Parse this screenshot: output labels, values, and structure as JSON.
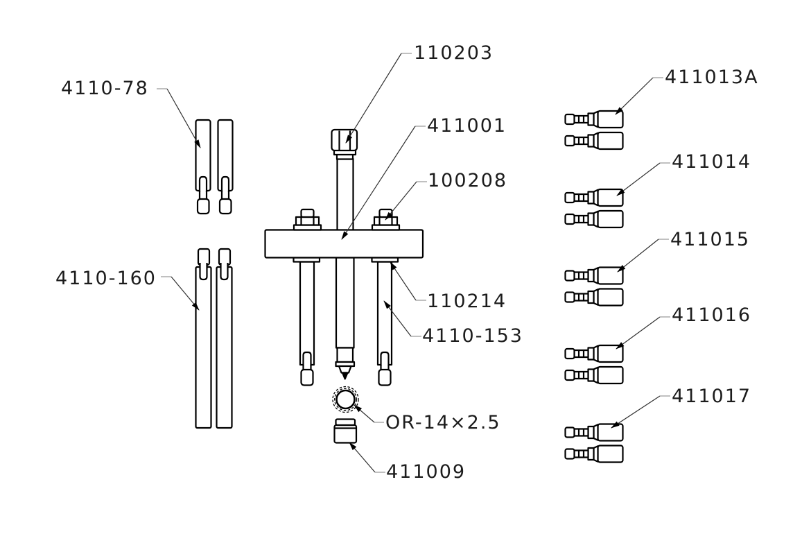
{
  "diagram_type": "exploded-parts-drawing",
  "colors": {
    "background": "#ffffff",
    "part_outline": "#000000",
    "leader_line": "#303030",
    "leader_tick": "#b0b0b0",
    "label_text": "#1c1c1c"
  },
  "labels": {
    "short_rods": "4110-78",
    "long_rods": "4110-160",
    "center_screw": "110203",
    "crossbar": "411001",
    "nut": "100208",
    "washer": "110214",
    "leg": "4110-153",
    "o_ring": "OR-14×2.5",
    "cap": "411009",
    "adapter_1": "411013A",
    "adapter_2": "411014",
    "adapter_3": "411015",
    "adapter_4": "411016",
    "adapter_5": "411017"
  }
}
